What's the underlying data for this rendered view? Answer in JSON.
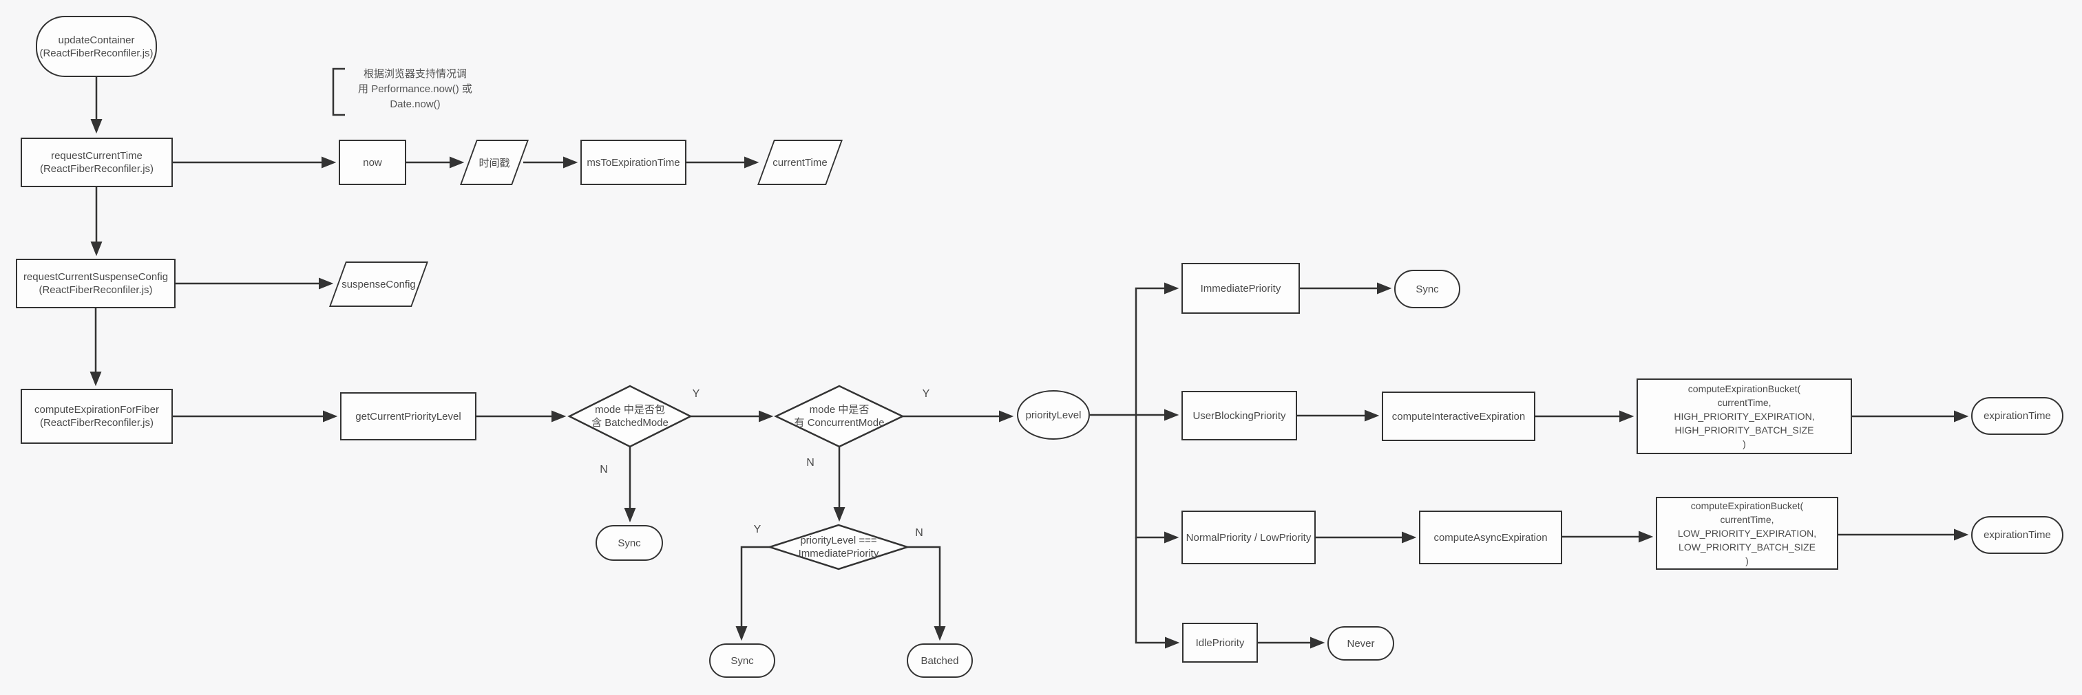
{
  "diagram": {
    "background_color": "#f7f7f8",
    "node_fill": "#fdfdfd",
    "stroke_color": "#333333",
    "text_color": "#4a4a4a"
  },
  "comment": {
    "text": "根据浏览器支持情况调\n用 Performance.now() 或\nDate.now()"
  },
  "edge_labels": {
    "yes": "Y",
    "no": "N"
  },
  "nodes": {
    "update_container": "updateContainer\n(ReactFiberReconfiler.js)",
    "request_current_time": "requestCurrentTime\n(ReactFiberReconfiler.js)",
    "now": "now",
    "timestamp": "时间戳",
    "ms_to_expiration_time": "msToExpirationTime",
    "current_time": "currentTime",
    "request_current_suspense_config": "requestCurrentSuspenseConfig\n(ReactFiberReconfiler.js)",
    "suspense_config": "suspenseConfig",
    "compute_expiration_for_fiber": "computeExpirationForFiber\n(ReactFiberReconfiler.js)",
    "get_current_priority_level": "getCurrentPriorityLevel",
    "decision_batched_mode": "mode 中是否包\n含 BatchedMode",
    "sync_not_batched": "Sync",
    "decision_concurrent_mode": "mode 中是否\n有 ConcurrentMode",
    "decision_immediate_priority": "priorityLevel ===\nImmediatePriority",
    "sync_immediate_eq": "Sync",
    "batched": "Batched",
    "priority_level": "priorityLevel",
    "immediate_priority": "ImmediatePriority",
    "sync_immediate": "Sync",
    "user_blocking_priority": "UserBlockingPriority",
    "compute_interactive_expiration": "computeInteractiveExpiration",
    "bucket_high": "computeExpirationBucket(\ncurrentTime,\nHIGH_PRIORITY_EXPIRATION,\nHIGH_PRIORITY_BATCH_SIZE\n)",
    "expiration_time_high": "expirationTime",
    "normal_low_priority": "NormalPriority / LowPriority",
    "compute_async_expiration": "computeAsyncExpiration",
    "bucket_low": "computeExpirationBucket(\ncurrentTime,\nLOW_PRIORITY_EXPIRATION,\nLOW_PRIORITY_BATCH_SIZE\n)",
    "expiration_time_low": "expirationTime",
    "idle_priority": "IdlePriority",
    "never": "Never"
  }
}
